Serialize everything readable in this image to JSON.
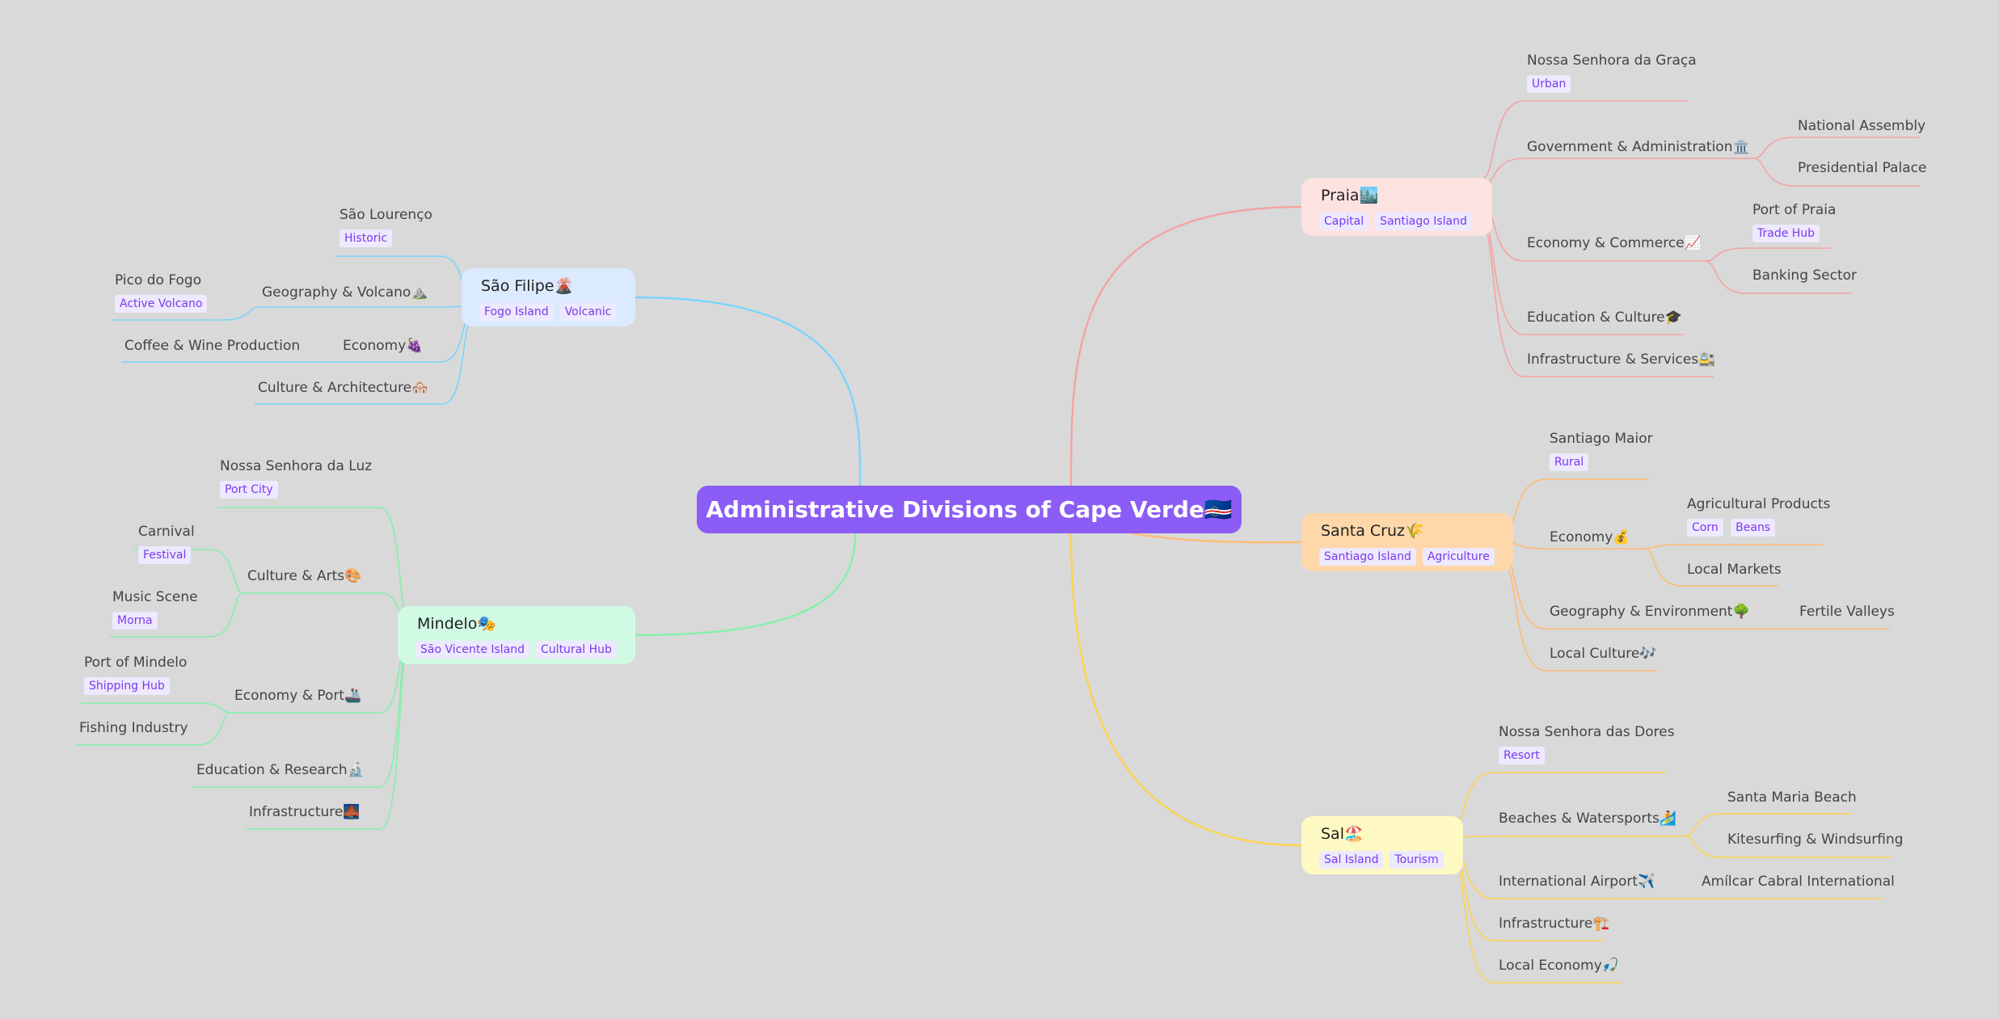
{
  "root": {
    "title": "Administrative Divisions of Cape Verde",
    "flag": "🇨🇻"
  },
  "colors": {
    "praia": "#f4a3a3",
    "santa_cruz": "#fdba74",
    "sal": "#fcd34d",
    "sao_filipe": "#7dd3fc",
    "mindelo": "#86efac"
  },
  "hubs": {
    "praia": {
      "title": "Praia🏙️",
      "tags": [
        "Capital",
        "Santiago Island"
      ]
    },
    "santa_cruz": {
      "title": "Santa Cruz🌾",
      "tags": [
        "Santiago Island",
        "Agriculture"
      ]
    },
    "sal": {
      "title": "Sal🏖️",
      "tags": [
        "Sal Island",
        "Tourism"
      ]
    },
    "sao_filipe": {
      "title": "São Filipe🌋",
      "tags": [
        "Fogo Island",
        "Volcanic"
      ]
    },
    "mindelo": {
      "title": "Mindelo🎭",
      "tags": [
        "São Vicente Island",
        "Cultural Hub"
      ]
    }
  },
  "nodes": {
    "praia": {
      "nossa_senhora_graca": {
        "label": "Nossa Senhora da Graça",
        "tag": "Urban"
      },
      "government": {
        "label": "Government & Administration🏛️"
      },
      "national_assembly": {
        "label": "National Assembly"
      },
      "presidential_palace": {
        "label": "Presidential Palace"
      },
      "economy": {
        "label": "Economy & Commerce📈"
      },
      "port_of_praia": {
        "label": "Port of Praia",
        "tag": "Trade Hub"
      },
      "banking": {
        "label": "Banking Sector"
      },
      "education": {
        "label": "Education & Culture🎓"
      },
      "infrastructure": {
        "label": "Infrastructure & Services🚉"
      }
    },
    "santa_cruz": {
      "santiago_maior": {
        "label": "Santiago Maior",
        "tag": "Rural"
      },
      "economy": {
        "label": "Economy💰"
      },
      "agri_products": {
        "label": "Agricultural Products",
        "tags": [
          "Corn",
          "Beans"
        ]
      },
      "local_markets": {
        "label": "Local Markets"
      },
      "geography": {
        "label": "Geography & Environment🌳"
      },
      "fertile_valleys": {
        "label": "Fertile Valleys"
      },
      "local_culture": {
        "label": "Local Culture🎶"
      }
    },
    "sal": {
      "nossa_senhora_dores": {
        "label": "Nossa Senhora das Dores",
        "tag": "Resort"
      },
      "beaches": {
        "label": "Beaches & Watersports🏄"
      },
      "santa_maria": {
        "label": "Santa Maria Beach"
      },
      "kitesurfing": {
        "label": "Kitesurfing & Windsurfing"
      },
      "airport": {
        "label": "International Airport✈️"
      },
      "amilcar": {
        "label": "Amílcar Cabral International"
      },
      "infrastructure": {
        "label": "Infrastructure🏗️"
      },
      "local_economy": {
        "label": "Local Economy🎣"
      }
    },
    "sao_filipe": {
      "sao_lourenco": {
        "label": "São Lourenço",
        "tag": "Historic"
      },
      "geography": {
        "label": "Geography & Volcano⛰️"
      },
      "pico_fogo": {
        "label": "Pico do Fogo",
        "tag": "Active Volcano"
      },
      "economy": {
        "label": "Economy🍇"
      },
      "coffee_wine": {
        "label": "Coffee & Wine Production"
      },
      "culture_arch": {
        "label": "Culture & Architecture🏘️"
      }
    },
    "mindelo": {
      "nossa_senhora_luz": {
        "label": "Nossa Senhora da Luz",
        "tag": "Port City"
      },
      "culture_arts": {
        "label": "Culture & Arts🎨"
      },
      "carnival": {
        "label": "Carnival",
        "tag": "Festival"
      },
      "music_scene": {
        "label": "Music Scene",
        "tag": "Morna"
      },
      "economy_port": {
        "label": "Economy & Port🚢"
      },
      "port_mindelo": {
        "label": "Port of Mindelo",
        "tag": "Shipping Hub"
      },
      "fishing": {
        "label": "Fishing Industry"
      },
      "education": {
        "label": "Education & Research🔬"
      },
      "infrastructure": {
        "label": "Infrastructure🌉"
      }
    }
  }
}
